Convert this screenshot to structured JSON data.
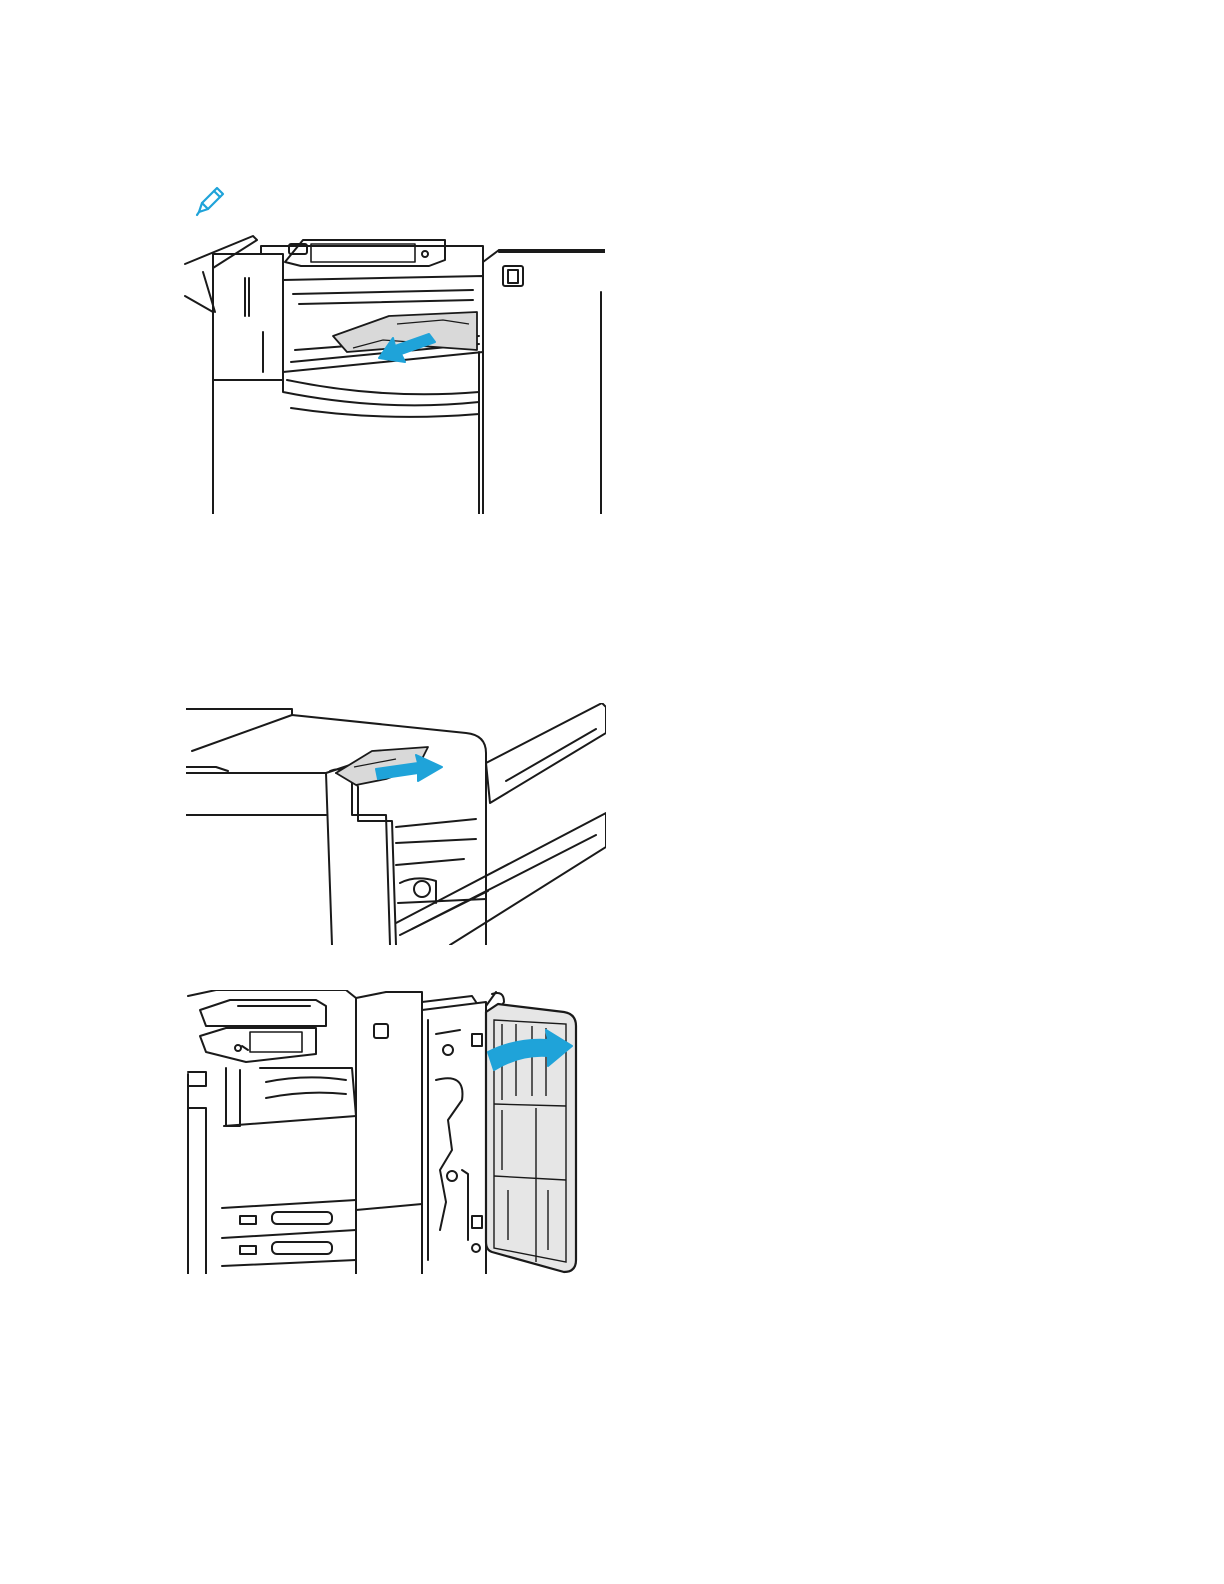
{
  "page": {
    "background": "#ffffff",
    "line_color": "#1a1a1a",
    "accent_color": "#1fa3d9",
    "paper_shade": "#d9d9d9"
  },
  "note": {
    "icon": "pencil-note-icon"
  },
  "illustrations": [
    {
      "icon": "printer-output-tray-jam-illustration"
    },
    {
      "icon": "finisher-top-tray-jam-illustration"
    },
    {
      "icon": "finisher-front-door-open-illustration"
    }
  ]
}
